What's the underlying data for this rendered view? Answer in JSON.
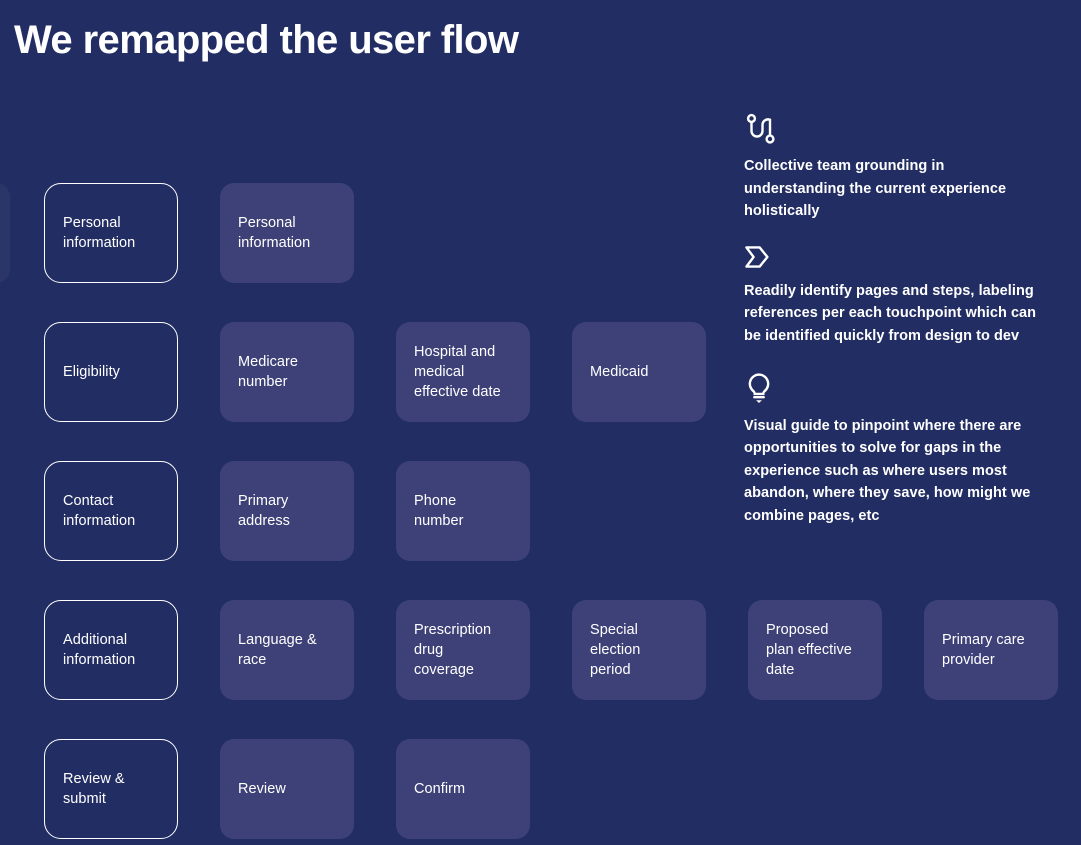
{
  "page": {
    "title": "We remapped the user flow",
    "background_color": "#222d63",
    "card_fill_color": "#3e4178",
    "outline_color": "#ffffff",
    "text_color": "#ffffff"
  },
  "flow": {
    "rows": [
      {
        "stage": "Personal\ninformation",
        "steps": [
          "Personal\ninformation"
        ]
      },
      {
        "stage": "Eligibility",
        "steps": [
          "Medicare\nnumber",
          "Hospital and\nmedical\neffective date",
          "Medicaid"
        ]
      },
      {
        "stage": "Contact\ninformation",
        "steps": [
          "Primary\naddress",
          "Phone\nnumber"
        ]
      },
      {
        "stage": "Additional\ninformation",
        "steps": [
          "Language &\nrace",
          "Prescription\ndrug\ncoverage",
          "Special\nelection\nperiod",
          "Proposed\nplan effective\ndate",
          "Primary care\nprovider"
        ]
      },
      {
        "stage": "Review &\nsubmit",
        "steps": [
          "Review",
          "Confirm"
        ]
      }
    ]
  },
  "notes": [
    {
      "icon": "route-path-icon",
      "text": "Collective team grounding in understanding the current experience holistically"
    },
    {
      "icon": "tag-label-icon",
      "text": "Readily identify pages and steps, labeling references per each touchpoint which can be identified quickly from design to dev"
    },
    {
      "icon": "lightbulb-icon",
      "text": "Visual guide to pinpoint where there are opportunities to solve for gaps in the experience such as where users most abandon, where they save, how might we combine pages, etc"
    }
  ]
}
